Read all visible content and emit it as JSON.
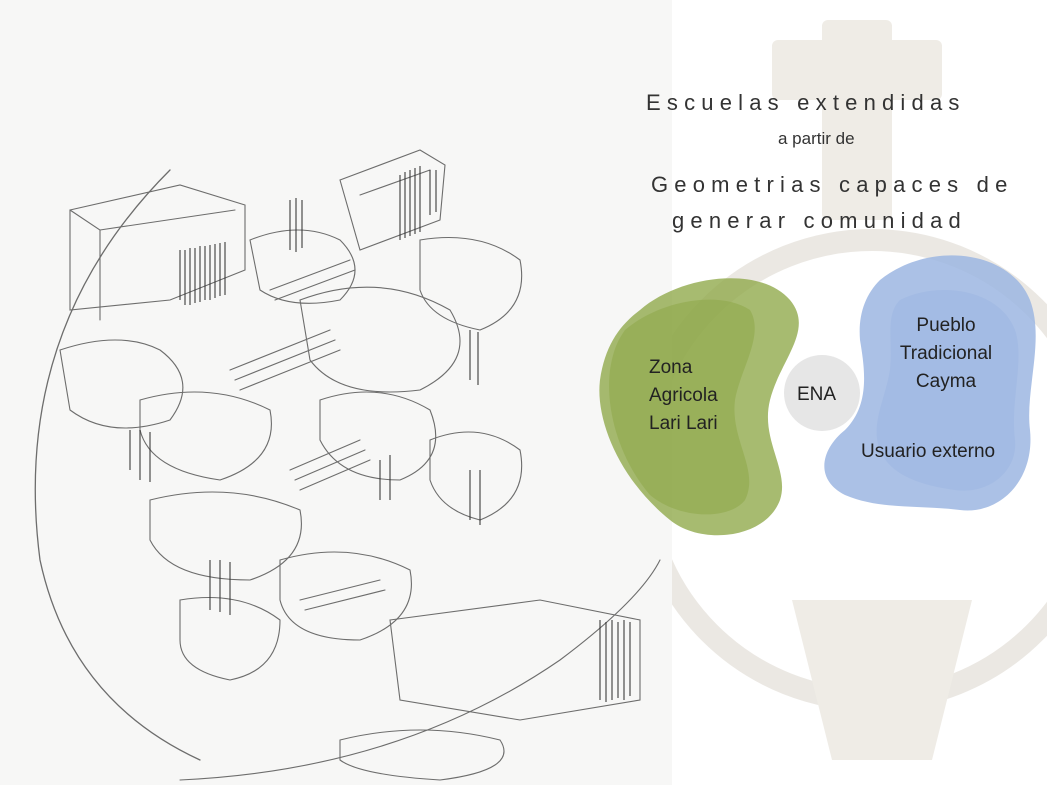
{
  "title": {
    "line1": "Escuelas extendidas",
    "line2": "a partir de",
    "line3": "Geometrias capaces de",
    "line4": "generar comunidad"
  },
  "diagram": {
    "left_blob": {
      "lines": [
        "Zona",
        "Agricola",
        "Lari Lari"
      ],
      "color": "#8ea848"
    },
    "center": {
      "label": "ENA",
      "color": "#e6e6e6"
    },
    "right_blob": {
      "lines": [
        "Pueblo",
        "Tradicional",
        "Cayma"
      ],
      "secondary": "Usuario externo",
      "color": "#9cb6e2"
    }
  },
  "sketch": {
    "icon": "pencil-sketch-illustration"
  }
}
